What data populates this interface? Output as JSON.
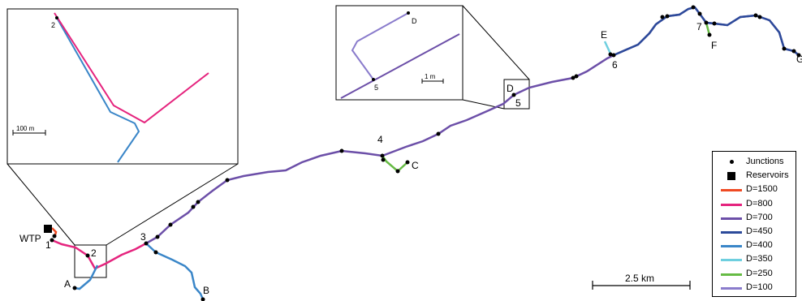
{
  "colors": {
    "d1500": "#ef4a23",
    "d800": "#e5247e",
    "d700": "#6c4fa8",
    "d450": "#2c4a9a",
    "d400": "#3a86c8",
    "d350": "#6ecfdf",
    "d250": "#66bb44",
    "d100": "#8a7ccc",
    "line": "#000000"
  },
  "legend": {
    "items": [
      {
        "kind": "dot",
        "label": "Junctions"
      },
      {
        "kind": "square",
        "label": "Reservoirs"
      },
      {
        "kind": "line",
        "color_key": "d1500",
        "label": "D=1500"
      },
      {
        "kind": "line",
        "color_key": "d800",
        "label": "D=800"
      },
      {
        "kind": "line",
        "color_key": "d700",
        "label": "D=700"
      },
      {
        "kind": "line",
        "color_key": "d450",
        "label": "D=450"
      },
      {
        "kind": "line",
        "color_key": "d400",
        "label": "D=400"
      },
      {
        "kind": "line",
        "color_key": "d350",
        "label": "D=350"
      },
      {
        "kind": "line",
        "color_key": "d250",
        "label": "D=250"
      },
      {
        "kind": "line",
        "color_key": "d100",
        "label": "D=100"
      }
    ]
  },
  "labels": {
    "wtp": "WTP",
    "j1": "1",
    "j2": "2",
    "j3": "3",
    "j4": "4",
    "j5": "5",
    "j6": "6",
    "j7": "7",
    "a": "A",
    "b": "B",
    "c": "C",
    "d": "D",
    "e": "E",
    "f": "F",
    "g": "G"
  },
  "inset_left": {
    "node_label": "2",
    "scale_label": "100 m"
  },
  "inset_top": {
    "node_d": "D",
    "node_5": "5",
    "scale_label": "1 m"
  },
  "scalebar": {
    "label": "2.5 km"
  }
}
